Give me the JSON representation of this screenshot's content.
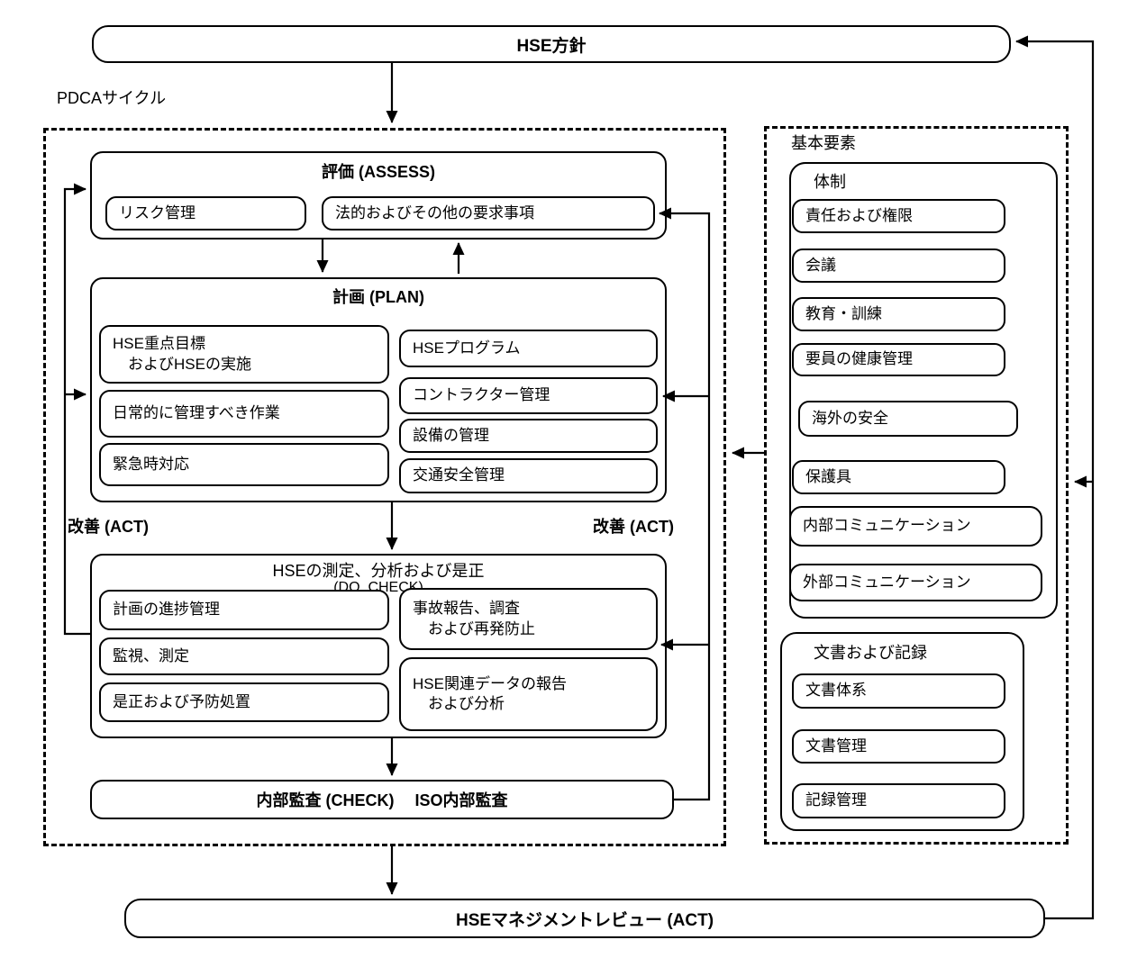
{
  "diagram": {
    "hse_policy": "HSE方針",
    "pdca_cycle_label": "PDCAサイクル",
    "assess": {
      "title": "評価 (ASSESS)",
      "items": [
        "リスク管理",
        "法的およびその他の要求事項"
      ]
    },
    "plan": {
      "title": "計画 (PLAN)",
      "left_items": [
        "HSE重点目標\n　およびHSEの実施",
        "日常的に管理すべき作業",
        "緊急時対応"
      ],
      "right_items": [
        "HSEプログラム",
        "コントラクター管理",
        "設備の管理",
        "交通安全管理"
      ]
    },
    "act_left": "改善 (ACT)",
    "act_right": "改善 (ACT)",
    "do_check": {
      "title": "HSEの測定、分析および是正",
      "subtitle": "(DO, CHECK)",
      "left_items": [
        "計画の進捗管理",
        "監視、測定",
        "是正および予防処置"
      ],
      "right_items": [
        "事故報告、調査\n　および再発防止",
        "HSE関連データの報告\n　および分析"
      ]
    },
    "internal_audit": "内部監査 (CHECK)　 ISO内部監査",
    "management_review": "HSEマネジメントレビュー (ACT)",
    "basics": {
      "label": "基本要素",
      "structure": {
        "title": "体制",
        "items": [
          "責任および権限",
          "会議",
          "教育・訓練",
          "要員の健康管理",
          "海外の安全",
          "保護具",
          "内部コミュニケーション",
          "外部コミュニケーション"
        ]
      },
      "documents": {
        "title": "文書および記録",
        "items": [
          "文書体系",
          "文書管理",
          "記録管理"
        ]
      }
    },
    "colors": {
      "line": "#000000",
      "background": "#ffffff"
    }
  }
}
